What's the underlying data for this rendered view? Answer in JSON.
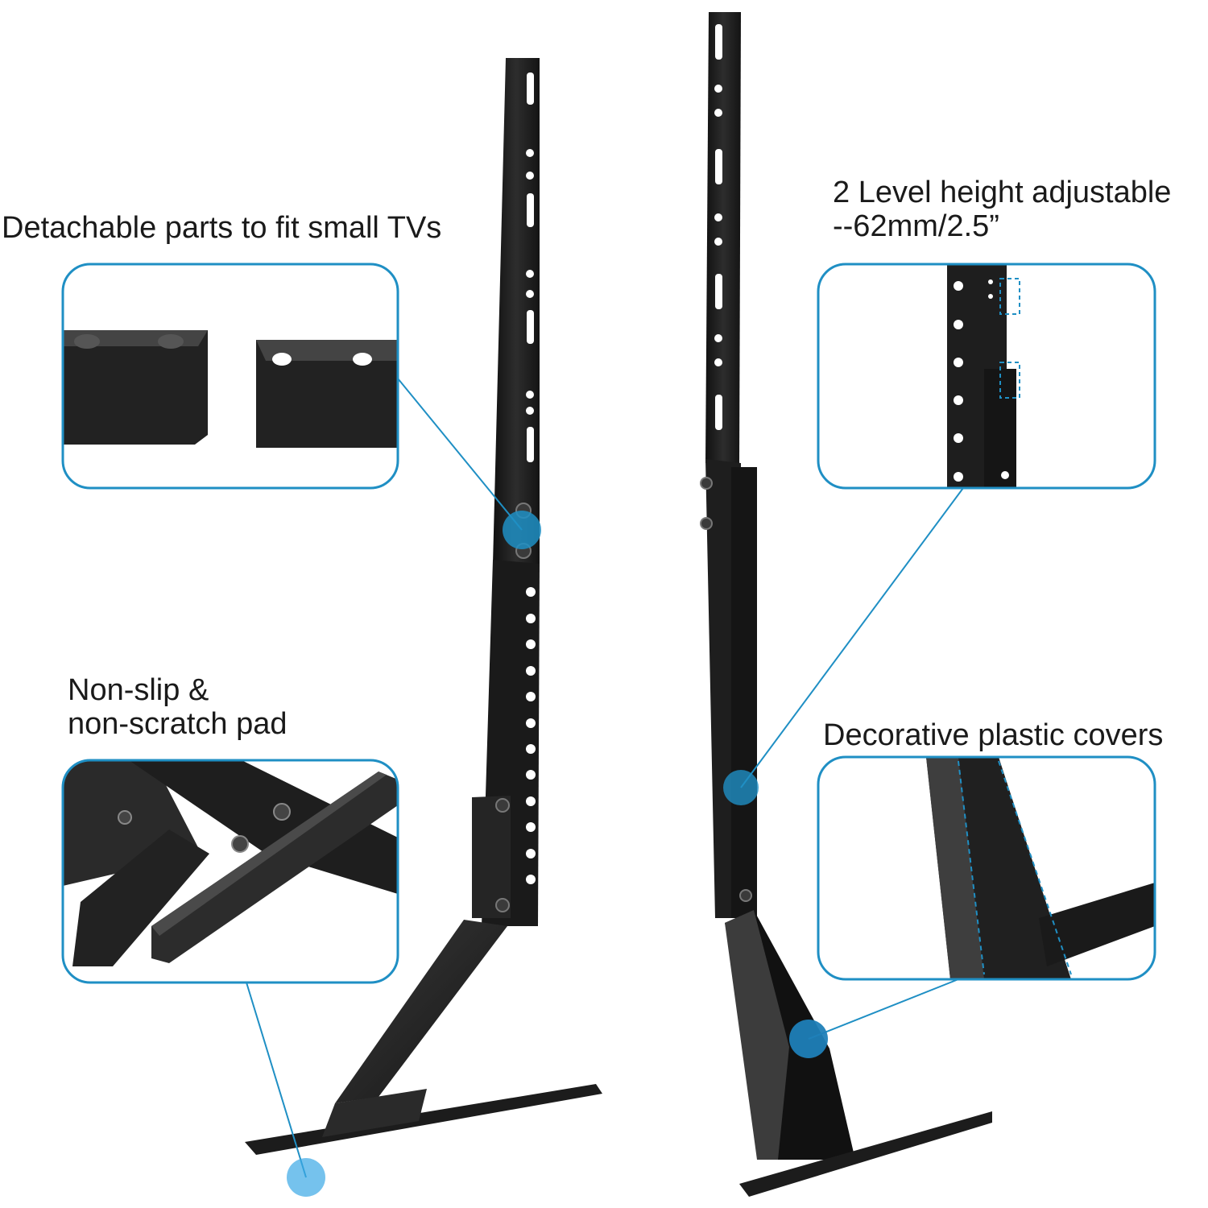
{
  "callouts": {
    "detachable": "Detachable parts to fit small TVs",
    "height_line1": "2 Level height adjustable",
    "height_line2": "--62mm/2.5”",
    "pad_line1": "Non-slip &",
    "pad_line2": "non-scratch pad",
    "covers": "Decorative plastic covers"
  },
  "colors": {
    "accent": "#1f8fc4",
    "accent_dot": "#1f7fb8",
    "steel": "#1c1c1c",
    "steel_light": "#2e2e2e",
    "text": "#1a1a1a"
  }
}
